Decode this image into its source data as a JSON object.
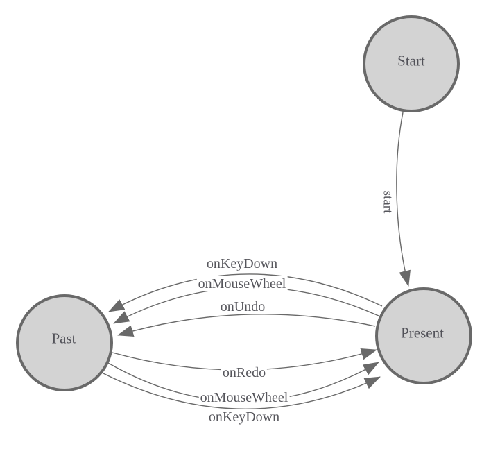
{
  "colors": {
    "background": "#ffffff",
    "node_fill": "#d3d3d3",
    "node_stroke": "#696969",
    "edge_color": "#696969",
    "arrow_fill": "#696969",
    "label_color": "#56565c"
  },
  "nodes": [
    {
      "id": "start",
      "label": "Start"
    },
    {
      "id": "present",
      "label": "Present"
    },
    {
      "id": "past",
      "label": "Past"
    }
  ],
  "edges": [
    {
      "from": "Start",
      "to": "Present",
      "label": "start"
    },
    {
      "from": "Present",
      "to": "Past",
      "label": "onKeyDown"
    },
    {
      "from": "Present",
      "to": "Past",
      "label": "onMouseWheel"
    },
    {
      "from": "Present",
      "to": "Past",
      "label": "onUndo"
    },
    {
      "from": "Past",
      "to": "Present",
      "label": "onRedo"
    },
    {
      "from": "Past",
      "to": "Present",
      "label": "onMouseWheel"
    },
    {
      "from": "Past",
      "to": "Present",
      "label": "onKeyDown"
    }
  ]
}
